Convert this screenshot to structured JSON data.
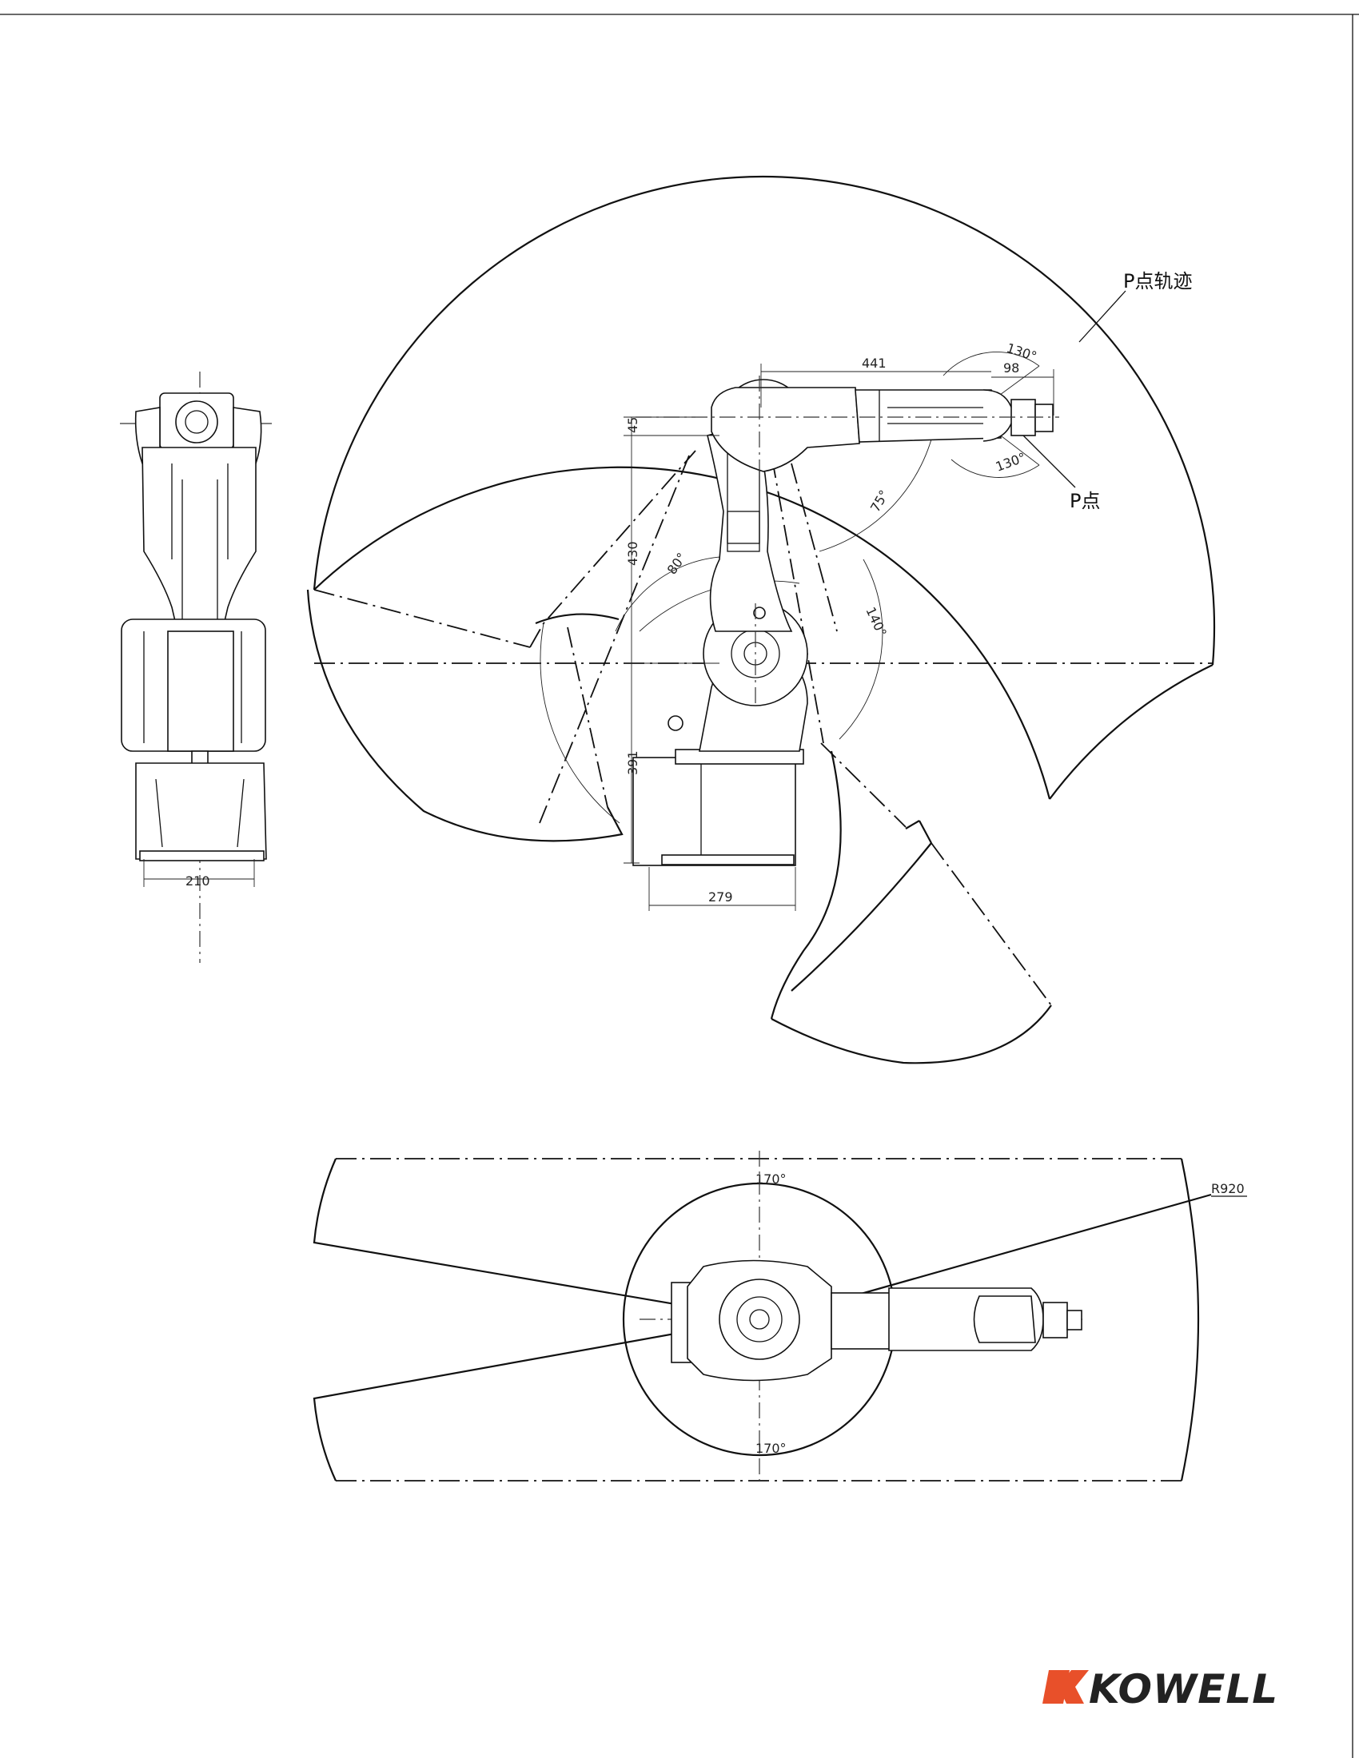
{
  "labels": {
    "trajectory": "P点轨迹",
    "p_point": "P点",
    "radius": "R920",
    "brand": "KOWELL"
  },
  "dimensions": {
    "arm_441": "441",
    "wrist_98": "98",
    "offset_45": "45",
    "arm_430": "430",
    "base_391": "391",
    "base_279": "279",
    "width_210": "210"
  },
  "angles": {
    "j5_upper": "130°",
    "j5_lower": "130°",
    "j3": "75°",
    "j2_back": "80°",
    "j2_front": "140°",
    "j1_top": "170°",
    "j1_bottom": "170°"
  },
  "colors": {
    "line": "#111111",
    "logo_red": "#e8502a",
    "background": "#ffffff"
  }
}
